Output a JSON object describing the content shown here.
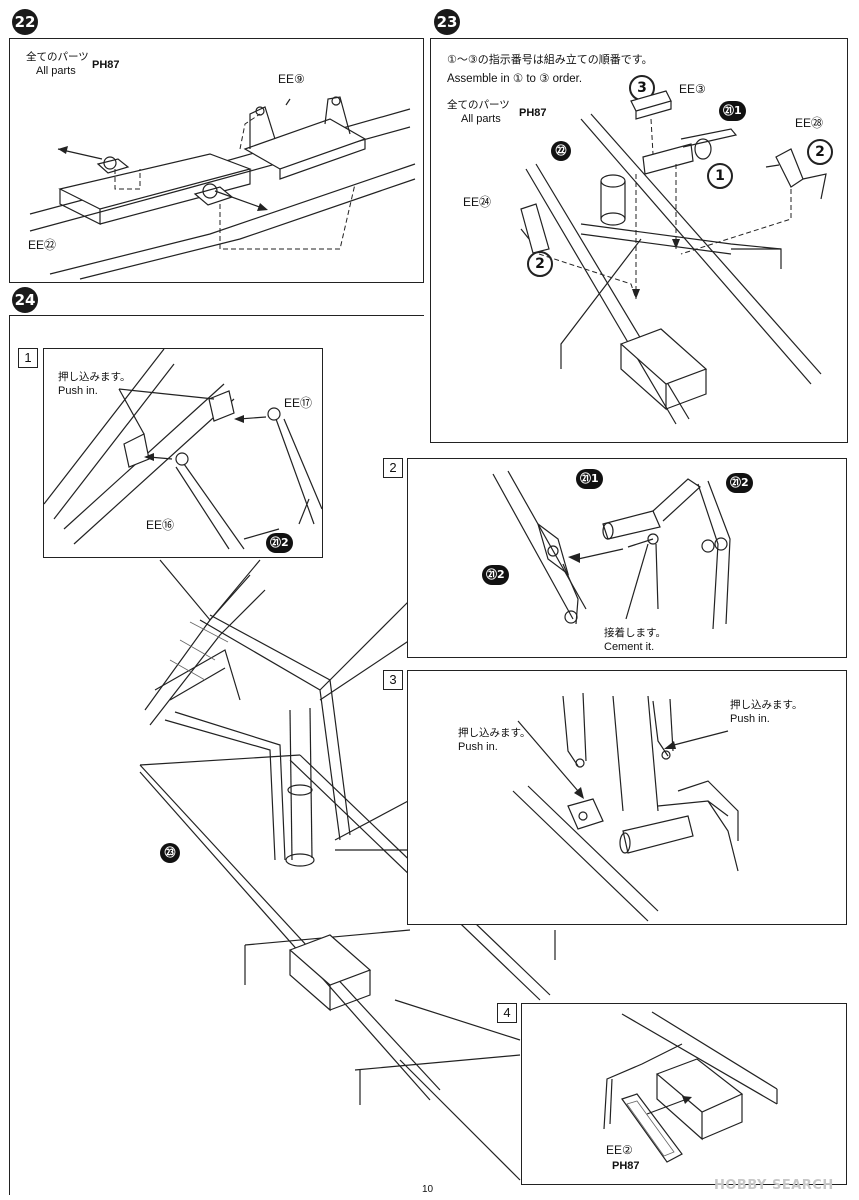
{
  "step22": {
    "number": "22",
    "all_parts_jp": "全てのパーツ",
    "all_parts_en": "All parts",
    "parts_ref": "PH87",
    "labels": {
      "ee9": "EE⑨",
      "ee22": "EE㉒"
    }
  },
  "step23": {
    "number": "23",
    "order_jp": "①～③の指示番号は組み立ての順番です。",
    "order_en": "Assemble in ① to ③ order.",
    "all_parts_jp": "全てのパーツ",
    "all_parts_en": "All parts",
    "parts_ref": "PH87",
    "labels": {
      "ee3": "EE③",
      "p21_1": "㉑1",
      "ee28": "EE㉘",
      "p22": "㉒",
      "ee24": "EE㉔",
      "o1": "1",
      "o2": "2",
      "o3": "3"
    }
  },
  "step24": {
    "number": "24",
    "label_23": "㉓",
    "sub1": {
      "box": "1",
      "push_jp": "押し込みます。",
      "push_en": "Push in.",
      "ee17": "EE⑰",
      "ee16": "EE⑯",
      "p21_2": "㉑2"
    },
    "sub2": {
      "box": "2",
      "p21_1": "㉑1",
      "p21_2a": "㉑2",
      "p21_2b": "㉑2",
      "cement_jp": "接着します。",
      "cement_en": "Cement it."
    },
    "sub3": {
      "box": "3",
      "push_jp_left": "押し込みます。",
      "push_en_left": "Push in.",
      "push_jp_right": "押し込みます。",
      "push_en_right": "Push in."
    },
    "sub4": {
      "box": "4",
      "ee2": "EE②",
      "parts_ref": "PH87"
    }
  },
  "footer": {
    "page_number": "10",
    "watermark": "HOBBY SEARCH"
  }
}
